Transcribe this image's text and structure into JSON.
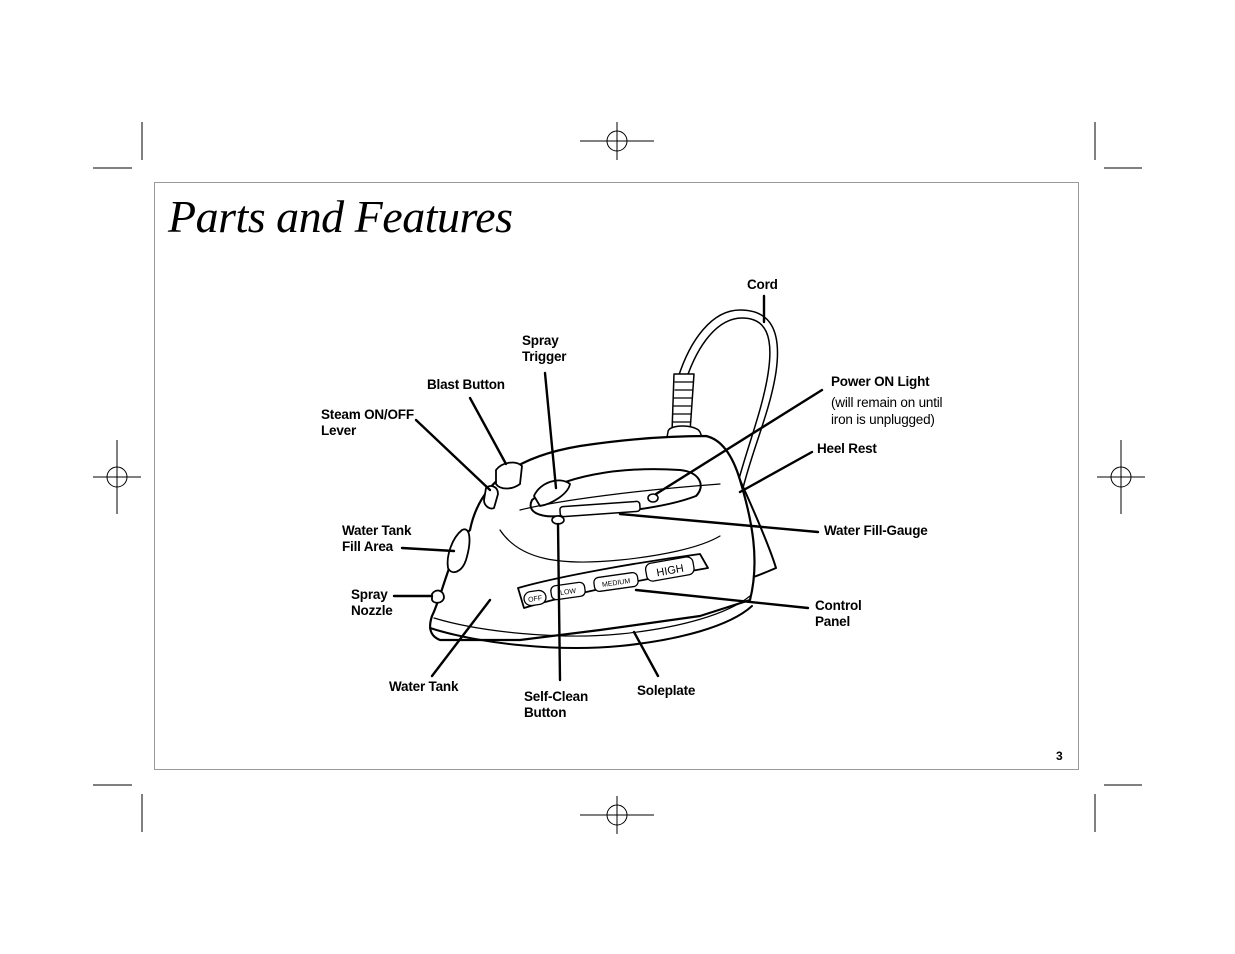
{
  "page": {
    "title": "Parts and Features",
    "page_number": "3"
  },
  "labels": {
    "cord": "Cord",
    "spray_trigger": [
      "Spray",
      "Trigger"
    ],
    "blast_button": "Blast Button",
    "steam_lever": [
      "Steam ON/OFF",
      "Lever"
    ],
    "power_light": "Power ON Light",
    "power_light_note": [
      "(will remain on until",
      "iron is unplugged)"
    ],
    "heel_rest": "Heel Rest",
    "water_tank_fill": [
      "Water Tank",
      "Fill Area"
    ],
    "water_fill_gauge": "Water Fill-Gauge",
    "spray_nozzle": [
      "Spray",
      "Nozzle"
    ],
    "control_panel": [
      "Control",
      "Panel"
    ],
    "water_tank": "Water Tank",
    "self_clean": [
      "Self-Clean",
      "Button"
    ],
    "soleplate": "Soleplate"
  },
  "control_panel_buttons": [
    "OFF",
    "LOW",
    "MEDIUM",
    "HIGH"
  ]
}
